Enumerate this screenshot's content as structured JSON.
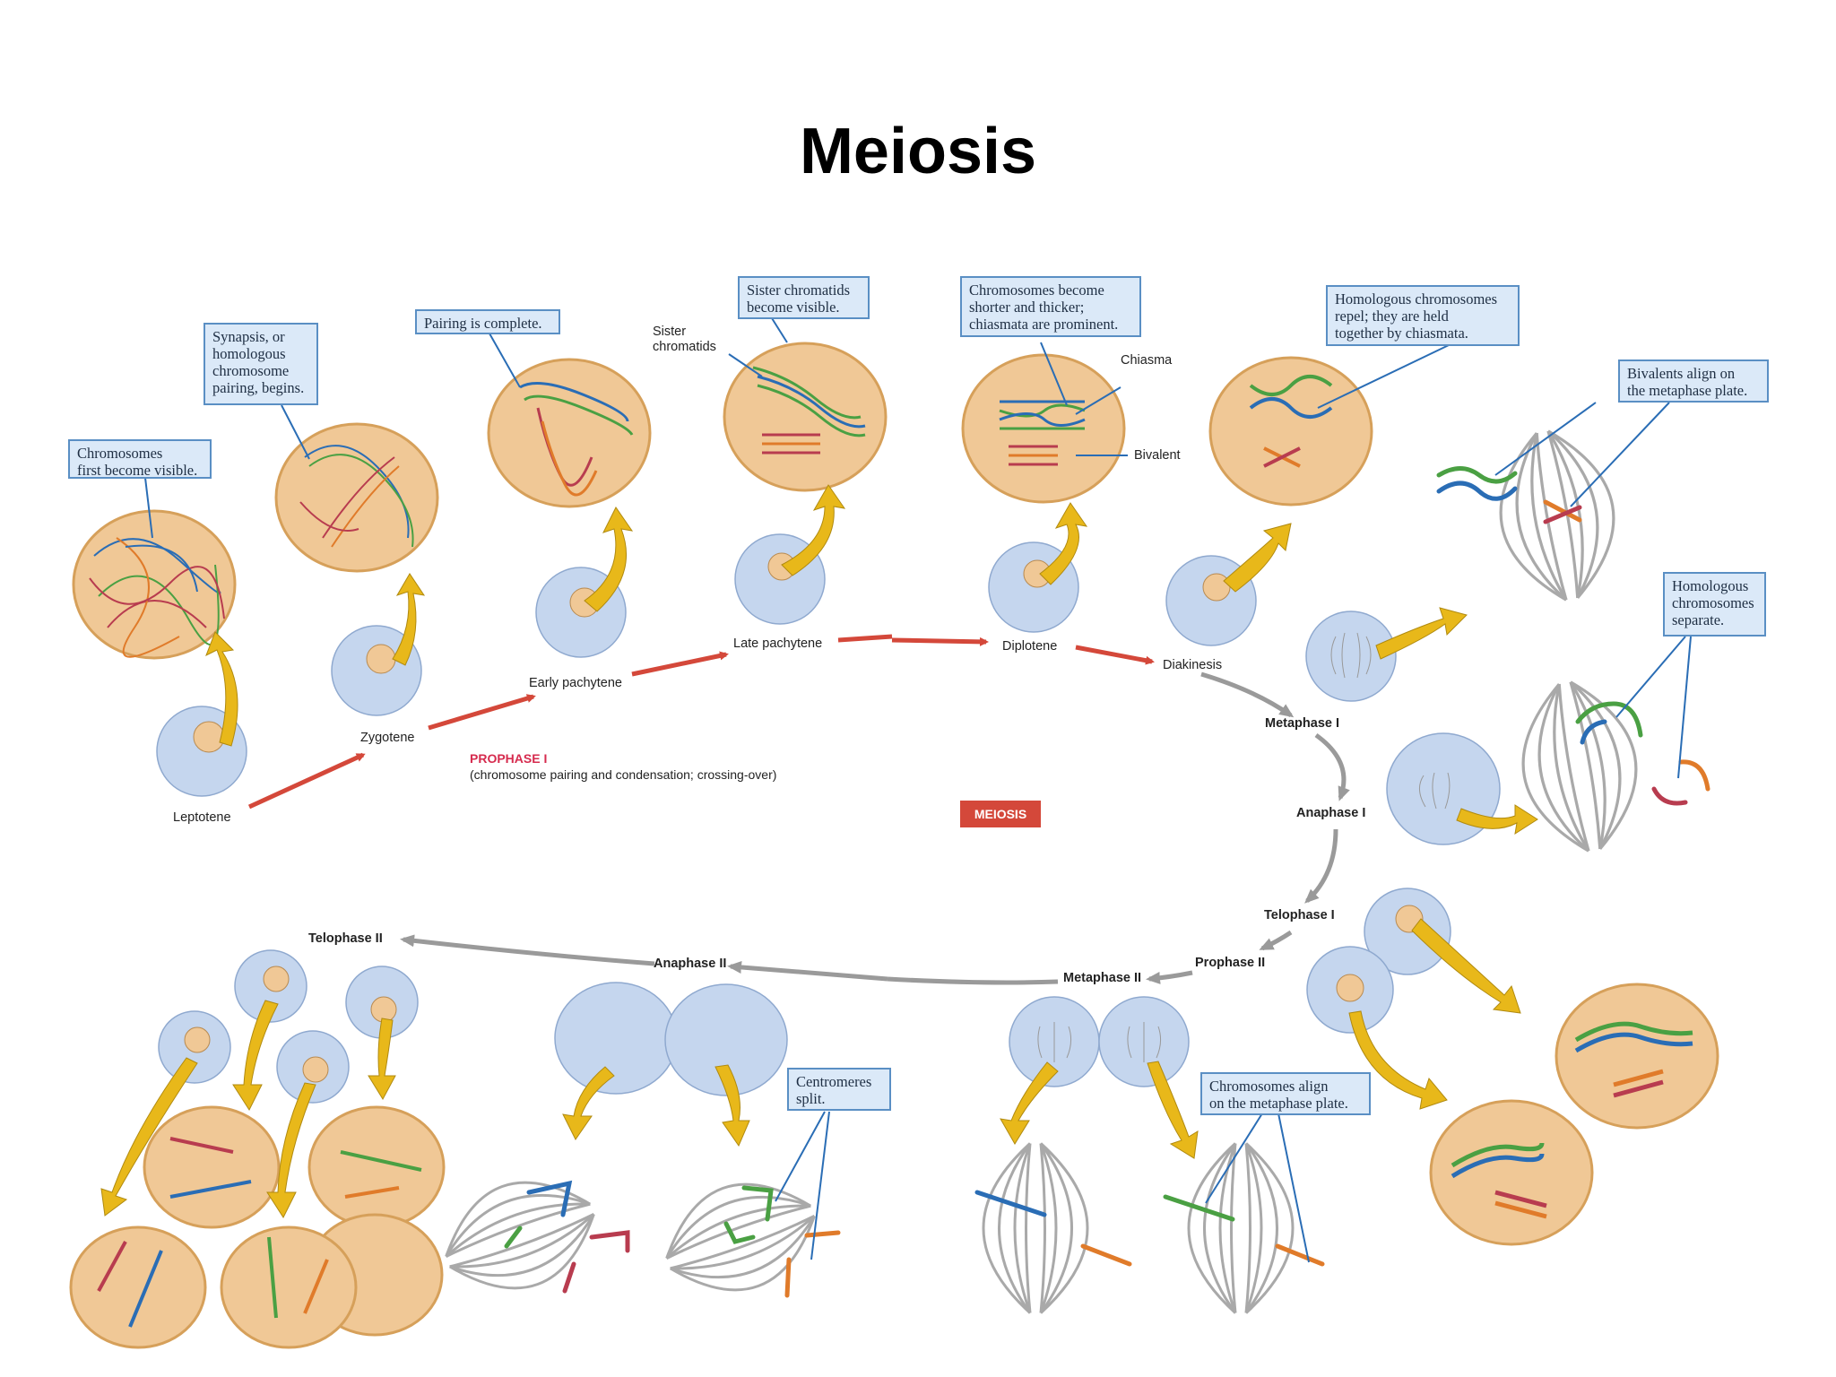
{
  "title": "Meiosis",
  "callouts": {
    "leptotene": "Chromosomes\nfirst become visible.",
    "zygotene": "Synapsis, or\nhomologous\nchromosome\npairing, begins.",
    "early_pachytene": "Pairing is complete.",
    "late_pachytene": "Sister chromatids\nbecome visible.",
    "diplotene": "Chromosomes become\nshorter and thicker;\nchiasmata are prominent.",
    "diakinesis": "Homologous chromosomes\nrepel; they are held\ntogether by chiasmata.",
    "metaphase1": "Bivalents align on\nthe metaphase plate.",
    "anaphase1": "Homologous\nchromosomes\nseparate.",
    "anaphase2": "Centromeres\nsplit.",
    "metaphase2": "Chromosomes align\non the metaphase plate."
  },
  "labels": {
    "sister_chromatids": "Sister\nchromatids",
    "chiasma": "Chiasma",
    "bivalent": "Bivalent"
  },
  "stages": {
    "leptotene": "Leptotene",
    "zygotene": "Zygotene",
    "early_pachytene": "Early pachytene",
    "late_pachytene": "Late pachytene",
    "diplotene": "Diplotene",
    "diakinesis": "Diakinesis",
    "metaphase1": "Metaphase I",
    "anaphase1": "Anaphase I",
    "telophase1": "Telophase I",
    "prophase2": "Prophase II",
    "metaphase2": "Metaphase II",
    "anaphase2": "Anaphase II",
    "telophase2": "Telophase II"
  },
  "prophase": {
    "title": "PROPHASE I",
    "subtitle": "(chromosome pairing and condensation; crossing-over)"
  },
  "badge": "MEIOSIS",
  "colors": {
    "cell_blue": "#c5d6ee",
    "nucleus_tan": "#f0c896",
    "nucleus_border": "#d6a05a",
    "arrow_red": "#d4483a",
    "arrow_gray": "#9a9a9a",
    "arrow_yellow": "#e8b81a",
    "callout_fill": "#dbe9f8",
    "callout_border": "#5a8fc4",
    "chrom_blue": "#2a6db5",
    "chrom_green": "#4aa043",
    "chrom_red": "#b83c4f",
    "chrom_orange": "#e07b2a"
  }
}
